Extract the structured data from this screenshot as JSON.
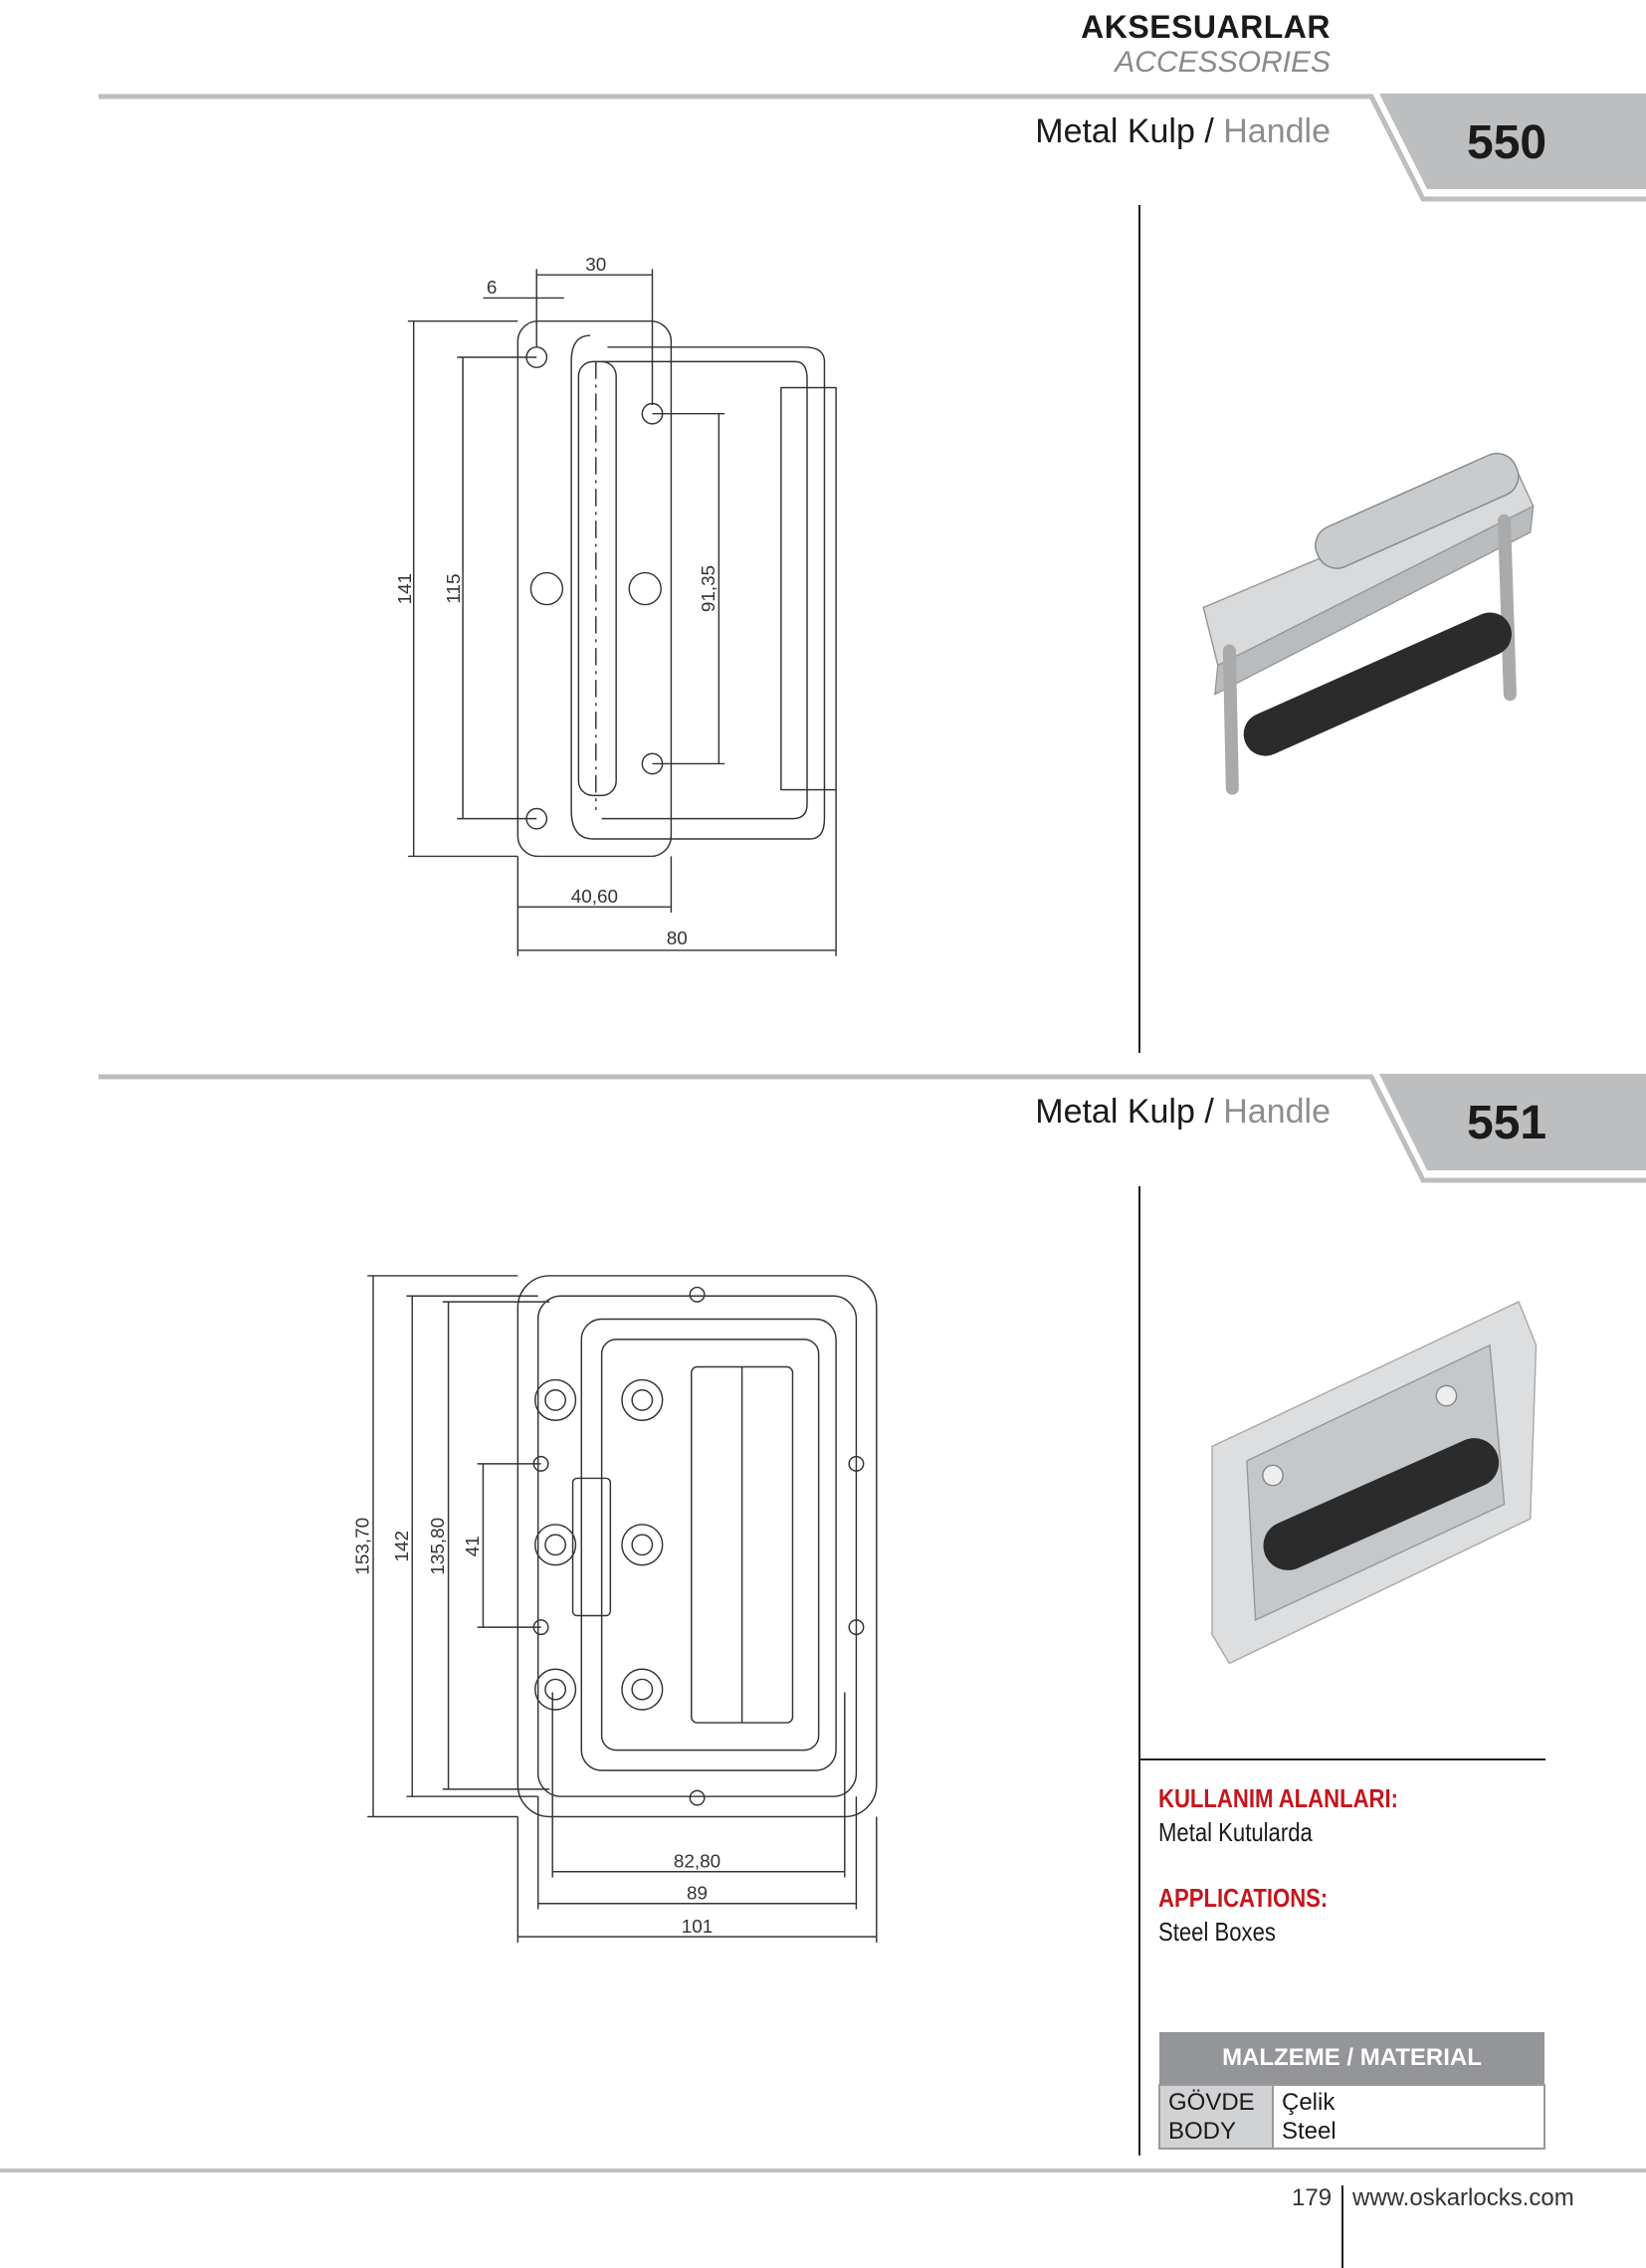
{
  "header": {
    "category_tr": "AKSESUARLAR",
    "category_en": "ACCESSORIES"
  },
  "products": [
    {
      "code": "550",
      "title_tr": "Metal Kulp",
      "separator": "/",
      "title_en": "Handle",
      "dimensions": {
        "d30": "30",
        "d6": "6",
        "d141": "141",
        "d115": "115",
        "d91": "91,35",
        "d40": "40,60",
        "d80": "80"
      }
    },
    {
      "code": "551",
      "title_tr": "Metal Kulp",
      "separator": "/",
      "title_en": "Handle",
      "dimensions": {
        "d153": "153,70",
        "d142": "142",
        "d135": "135,80",
        "d41": "41",
        "d82": "82,80",
        "d89": "89",
        "d101": "101"
      }
    }
  ],
  "info": {
    "applications_tr_label": "KULLANIM ALANLARI:",
    "applications_tr_value": "Metal Kutularda",
    "applications_en_label": "APPLICATIONS:",
    "applications_en_value": "Steel Boxes"
  },
  "material": {
    "header": "MALZEME / MATERIAL",
    "rows": [
      {
        "part_tr": "GÖVDE",
        "part_en": "BODY",
        "material_tr": "Çelik",
        "material_en": "Steel"
      }
    ]
  },
  "footer": {
    "page": "179",
    "website": "www.oskarlocks.com"
  },
  "colors": {
    "accent_red": "#c4161c",
    "band_gray": "#bcbec0",
    "table_header": "#939598"
  }
}
